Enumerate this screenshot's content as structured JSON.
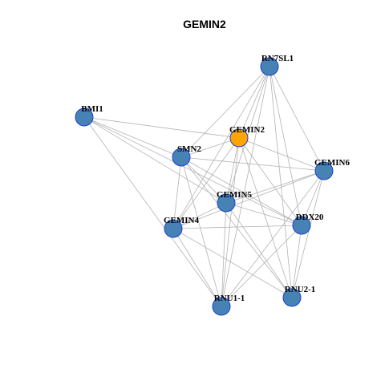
{
  "title": "GEMIN2",
  "colors": {
    "edge": "#b3b3b3",
    "node_default": "#4682b4",
    "node_highlight": "#ffa500",
    "node_border": "#1f3fd6"
  },
  "nodes": [
    {
      "id": "RN7SL1",
      "label": "RN7SL1",
      "highlight": false
    },
    {
      "id": "BMI1",
      "label": "BMI1",
      "highlight": false
    },
    {
      "id": "GEMIN2",
      "label": "GEMIN2",
      "highlight": true
    },
    {
      "id": "SMN2",
      "label": "SMN2",
      "highlight": false
    },
    {
      "id": "GEMIN6",
      "label": "GEMIN6",
      "highlight": false
    },
    {
      "id": "GEMIN5",
      "label": "GEMIN5",
      "highlight": false
    },
    {
      "id": "GEMIN4",
      "label": "GEMIN4",
      "highlight": false
    },
    {
      "id": "DDX20",
      "label": "DDX20",
      "highlight": false
    },
    {
      "id": "RNU2-1",
      "label": "RNU2-1",
      "highlight": false
    },
    {
      "id": "RNU1-1",
      "label": "RNU1-1",
      "highlight": false
    }
  ],
  "edges": [
    [
      "BMI1",
      "GEMIN2"
    ],
    [
      "BMI1",
      "SMN2"
    ],
    [
      "BMI1",
      "GEMIN5"
    ],
    [
      "BMI1",
      "DDX20"
    ],
    [
      "BMI1",
      "RNU1-1"
    ],
    [
      "RN7SL1",
      "GEMIN2"
    ],
    [
      "RN7SL1",
      "SMN2"
    ],
    [
      "RN7SL1",
      "GEMIN6"
    ],
    [
      "RN7SL1",
      "GEMIN5"
    ],
    [
      "RN7SL1",
      "GEMIN4"
    ],
    [
      "RN7SL1",
      "DDX20"
    ],
    [
      "RN7SL1",
      "RNU2-1"
    ],
    [
      "RN7SL1",
      "RNU1-1"
    ],
    [
      "GEMIN2",
      "SMN2"
    ],
    [
      "GEMIN2",
      "GEMIN6"
    ],
    [
      "GEMIN2",
      "GEMIN5"
    ],
    [
      "GEMIN2",
      "GEMIN4"
    ],
    [
      "GEMIN2",
      "DDX20"
    ],
    [
      "GEMIN2",
      "RNU2-1"
    ],
    [
      "GEMIN2",
      "RNU1-1"
    ],
    [
      "SMN2",
      "GEMIN6"
    ],
    [
      "SMN2",
      "GEMIN5"
    ],
    [
      "SMN2",
      "GEMIN4"
    ],
    [
      "SMN2",
      "DDX20"
    ],
    [
      "SMN2",
      "RNU2-1"
    ],
    [
      "SMN2",
      "RNU1-1"
    ],
    [
      "GEMIN6",
      "GEMIN5"
    ],
    [
      "GEMIN6",
      "GEMIN4"
    ],
    [
      "GEMIN6",
      "DDX20"
    ],
    [
      "GEMIN6",
      "RNU2-1"
    ],
    [
      "GEMIN6",
      "RNU1-1"
    ],
    [
      "GEMIN5",
      "GEMIN4"
    ],
    [
      "GEMIN5",
      "DDX20"
    ],
    [
      "GEMIN5",
      "RNU2-1"
    ],
    [
      "GEMIN5",
      "RNU1-1"
    ],
    [
      "GEMIN4",
      "DDX20"
    ],
    [
      "GEMIN4",
      "RNU2-1"
    ],
    [
      "GEMIN4",
      "RNU1-1"
    ],
    [
      "DDX20",
      "RNU2-1"
    ],
    [
      "DDX20",
      "RNU1-1"
    ]
  ]
}
